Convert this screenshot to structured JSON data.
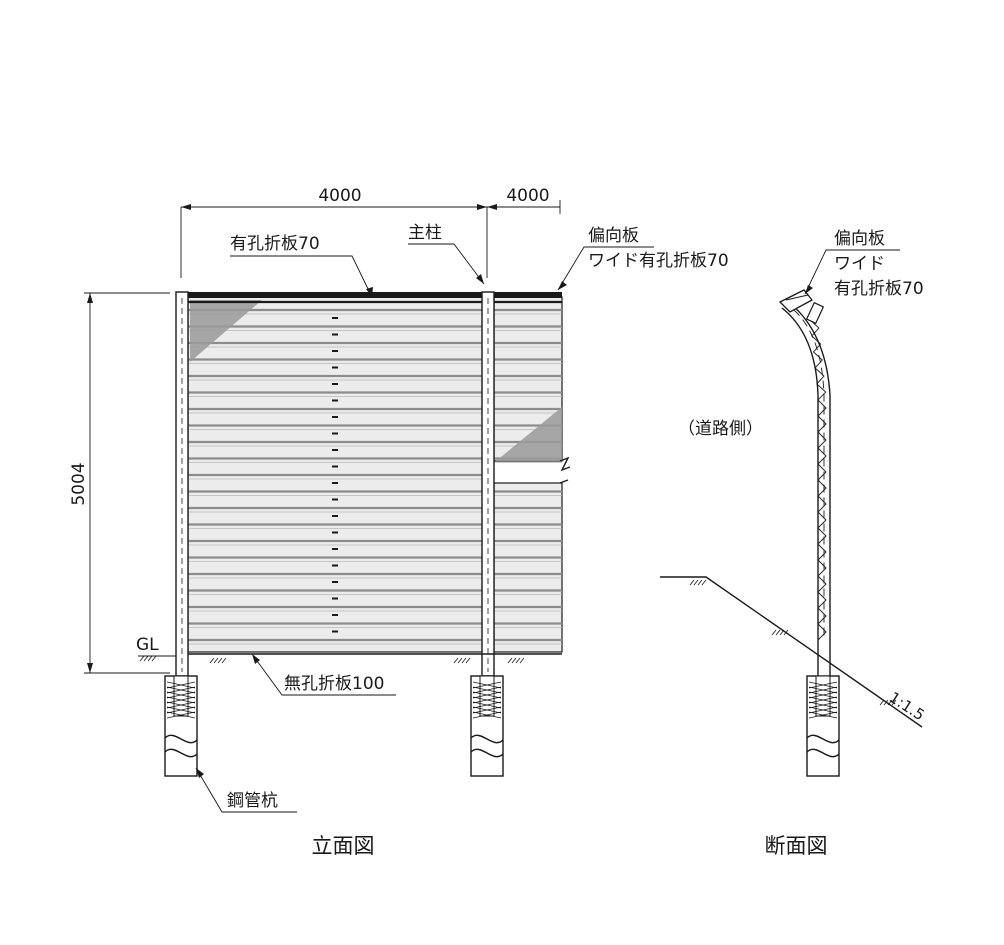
{
  "elevation": {
    "caption": "立面図",
    "dim_span_1": "4000",
    "dim_span_2": "4000",
    "dim_height": "5004",
    "label_perforated_panel": "有孔折板70",
    "label_main_post": "主柱",
    "label_deflector": "偏向板",
    "label_wide_perforated": "ワイド有孔折板70",
    "label_ground": "GL",
    "label_solid_panel": "無孔折板100",
    "label_steel_pile": "鋼管杭"
  },
  "section": {
    "caption": "断面図",
    "label_deflector": "偏向板",
    "label_wide": "ワイド",
    "label_perforated": "有孔折板70",
    "label_road_side": "（道路側）",
    "slope_ratio": "1:1.5"
  },
  "colors": {
    "line": "#1a1a1a",
    "panel_fill": "#e6e6e6",
    "panel_stripe": "#8c8c8c",
    "glare": "#9a9a9a"
  }
}
